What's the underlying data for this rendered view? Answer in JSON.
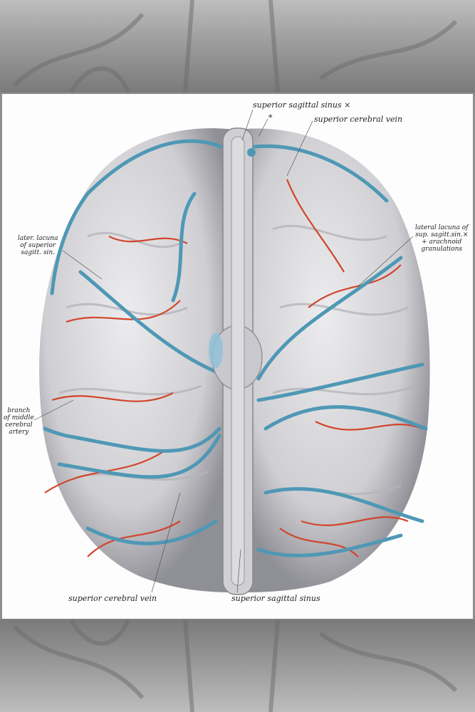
{
  "labels": {
    "top_sinus": "superior sagittal sinus ×",
    "asterisk": "*",
    "top_vein": "superior cerebral vein",
    "left_lacuna": [
      "later. lacuna",
      "of superior",
      "sagitt. sin."
    ],
    "right_lacuna": [
      "lateral lacuna of",
      "sup. sagitt.sin.×",
      "+ arachnoid",
      "granulations"
    ],
    "branch": [
      "branch",
      "of middle",
      "cerebral",
      "artery"
    ],
    "bottom_vein": "superior cerebral vein",
    "bottom_sinus": "superior sagittal sinus"
  },
  "colors": {
    "vein": "#4f98b5",
    "artery": "#d2452c",
    "brain": "#d9d9dc",
    "background_band": "#9a9a9a"
  }
}
